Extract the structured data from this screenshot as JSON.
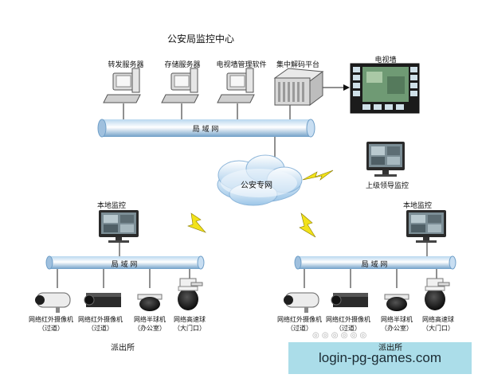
{
  "center": {
    "title": "公安局监控中心",
    "devices": [
      "转发服务器",
      "存储服务器",
      "电视墙管理软件",
      "集中解码平台"
    ],
    "tv_wall": "电视墙",
    "lan": "局  域  网"
  },
  "cloud": "公安专网",
  "upper_monitor": "上级领导监控",
  "stations": [
    {
      "local_monitor": "本地监控",
      "lan": "局    域    网",
      "cameras": [
        {
          "line1": "网络红外摄像机",
          "line2": "（过道）"
        },
        {
          "line1": "网络红外摄像机",
          "line2": "（过道）"
        },
        {
          "line1": "网络半球机",
          "line2": "（办公室）"
        },
        {
          "line1": "网络高速球",
          "line2": "（大门口）"
        }
      ],
      "label": "派出所"
    },
    {
      "local_monitor": "本地监控",
      "lan": "局    域    网",
      "cameras": [
        {
          "line1": "网络红外摄像机",
          "line2": "（过道）"
        },
        {
          "line1": "网络红外摄像机",
          "line2": "（过道）"
        },
        {
          "line1": "网络半球机",
          "line2": "（办公室）"
        },
        {
          "line1": "网络高速球",
          "line2": "（大门口）"
        }
      ],
      "label": "派出所"
    }
  ],
  "watermark": "login-pg-games.com"
}
